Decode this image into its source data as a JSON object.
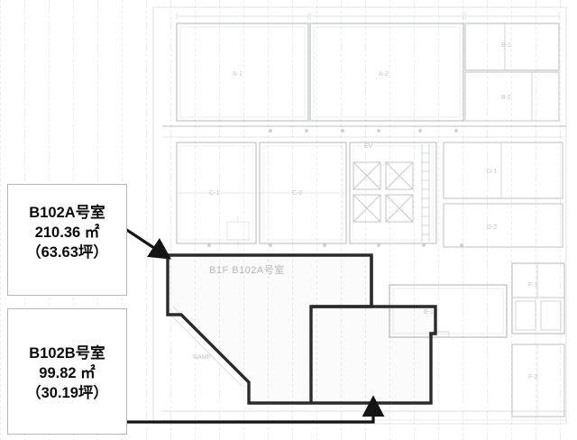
{
  "document": {
    "kind": "floor-plan-drawing",
    "plan_caption": "B1F B102A号室"
  },
  "callouts": [
    {
      "id": "b102a",
      "room_label": "B102A号室",
      "area_sqm": "210.36 ㎡",
      "area_tsubo": "（63.63坪）",
      "arrow": "diagonal-arrow-down-right"
    },
    {
      "id": "b102b",
      "room_label": "B102B号室",
      "area_sqm": "99.82 ㎡",
      "area_tsubo": "（30.19坪）",
      "arrow": "elbow-arrow-up"
    }
  ],
  "colors": {
    "text": "#0b0b0b",
    "callout_border": "#b4b8bd",
    "outline": "#2b2b2b",
    "blueprint_ink": "#9aa0a6",
    "interior_caption": "#b9bcc0"
  }
}
